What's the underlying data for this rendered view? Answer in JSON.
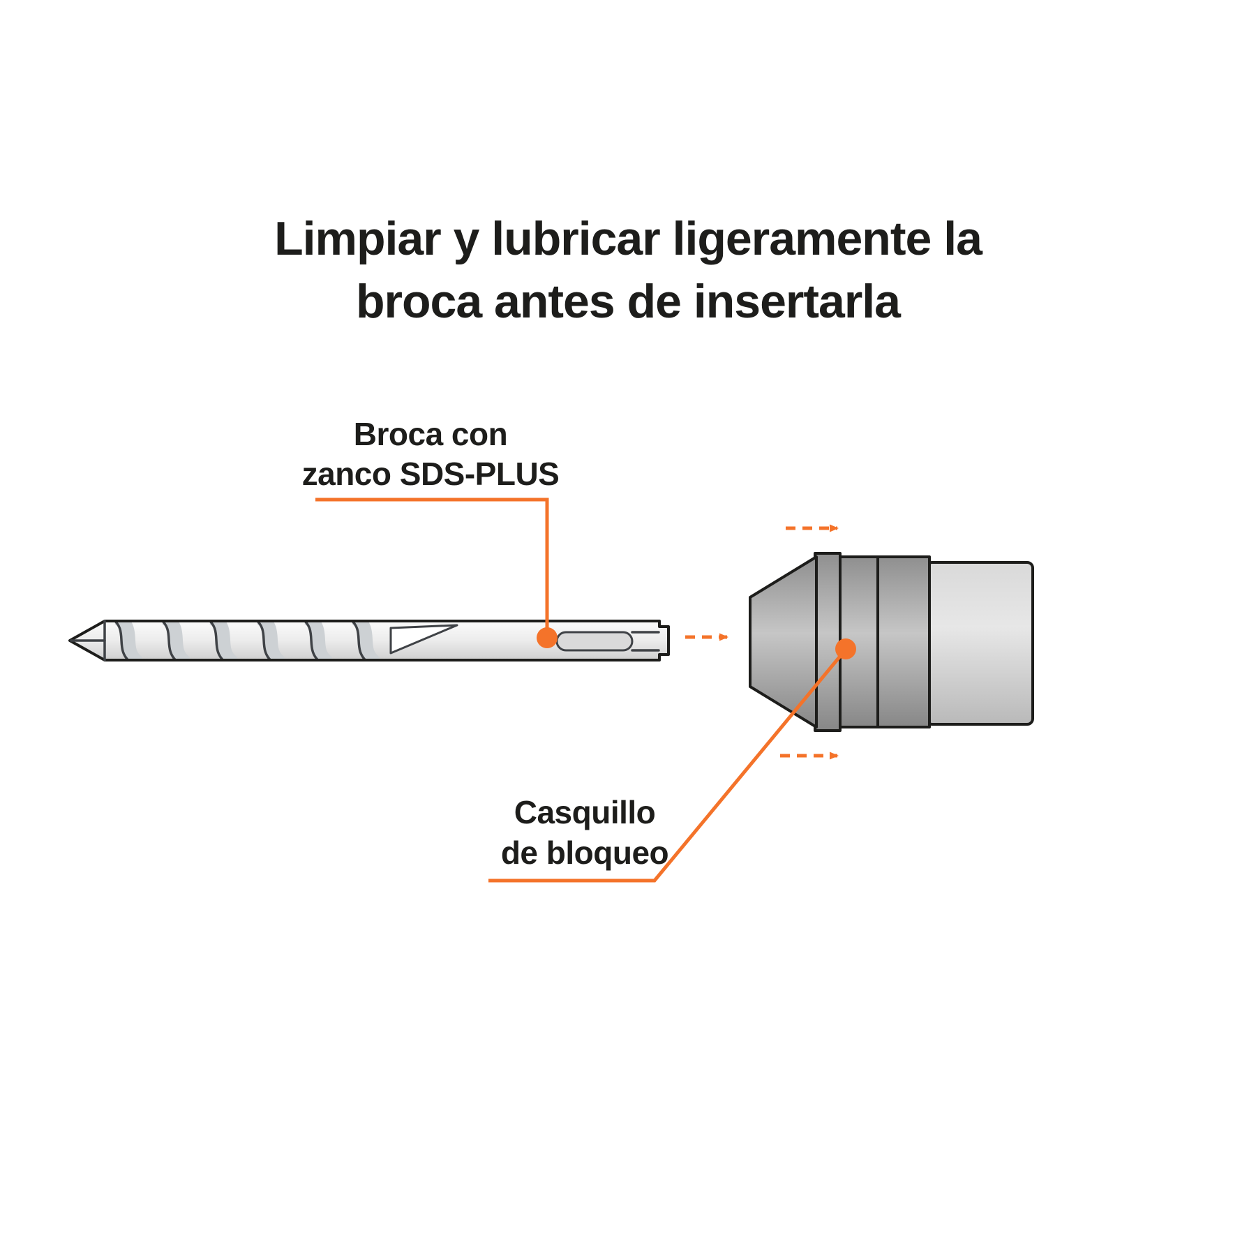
{
  "title": {
    "line1": "Limpiar y lubricar ligeramente la",
    "line2": "broca antes de insertarla"
  },
  "callouts": {
    "bit": {
      "line1": "Broca con",
      "line2": "zanco SDS-PLUS"
    },
    "sleeve": {
      "line1": "Casquillo",
      "line2": "de bloqueo"
    }
  },
  "icons": {
    "motion_arrows": "dashed-right-arrow-icon"
  },
  "colors": {
    "accent": "#F4732A",
    "ink": "#1D1D1B"
  }
}
